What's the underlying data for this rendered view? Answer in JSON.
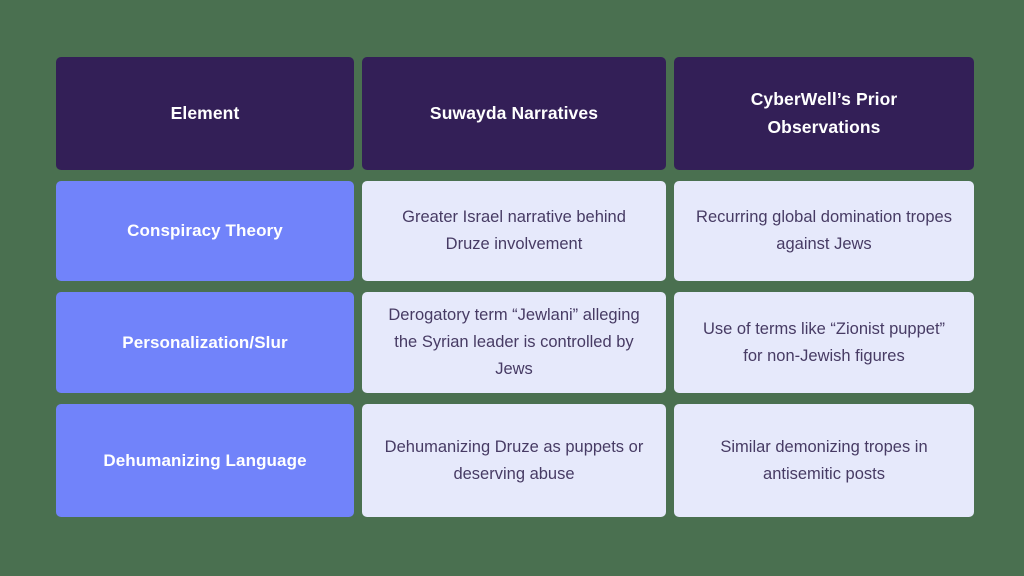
{
  "theme": {
    "background_color": "#4a7050",
    "header_color": "#331f57",
    "row_label_color": "#7183fa",
    "content_cell_color": "#e6e9fb",
    "content_text_color": "#473b64",
    "header_text_color": "#ffffff"
  },
  "table": {
    "headers": [
      "Element",
      "Suwayda Narratives",
      "CyberWell’s Prior Observations"
    ],
    "rows": [
      {
        "label": "Conspiracy Theory",
        "suwayda_narrative": "Greater Israel narrative behind Druze involvement",
        "prior_observation": "Recurring global domination tropes against Jews"
      },
      {
        "label": "Personalization/Slur",
        "suwayda_narrative": "Derogatory term “Jewlani” alleging the Syrian leader is controlled by Jews",
        "prior_observation": "Use of terms like “Zionist puppet” for non-Jewish figures"
      },
      {
        "label": "Dehumanizing Language",
        "suwayda_narrative": "Dehumanizing Druze as puppets or deserving abuse",
        "prior_observation": "Similar demonizing tropes in antisemitic posts"
      }
    ]
  }
}
